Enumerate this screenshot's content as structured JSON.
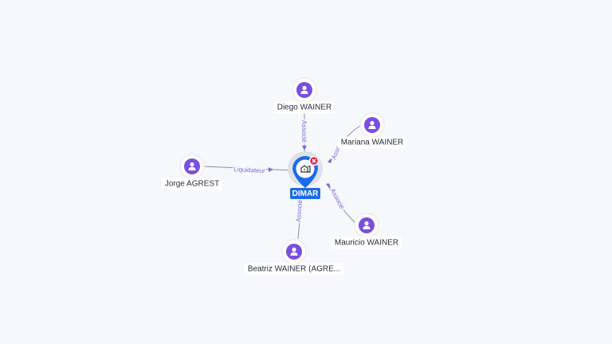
{
  "graph": {
    "center": {
      "label": "DIMAR",
      "icon": "building-icon",
      "badge": "error-badge-icon"
    },
    "nodes": [
      {
        "id": "diego",
        "label": "Diego WAINER",
        "icon": "person-icon",
        "relation": "Associé"
      },
      {
        "id": "mariana",
        "label": "Mariana WAINER",
        "icon": "person-icon",
        "relation": "Associé"
      },
      {
        "id": "jorge",
        "label": "Jorge AGREST",
        "icon": "person-icon",
        "relation": "Liquidateur"
      },
      {
        "id": "mauricio",
        "label": "Mauricio WAINER",
        "icon": "person-icon",
        "relation": "Associé"
      },
      {
        "id": "beatriz",
        "label": "Beatriz WAINER (AGRE...",
        "icon": "person-icon",
        "relation": "Associé"
      }
    ]
  },
  "colors": {
    "background": "#f7f8fc",
    "person": "#7a4fe0",
    "center": "#1c6ce8",
    "badge": "#e2264d",
    "edge_label": "#7b6bd6"
  }
}
